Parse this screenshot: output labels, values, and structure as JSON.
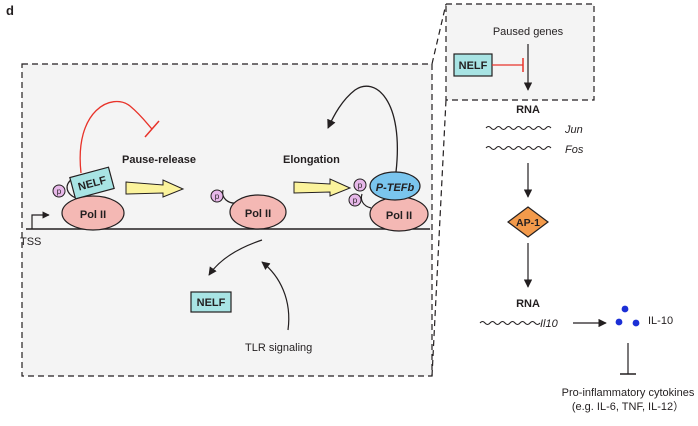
{
  "panel_label": "d",
  "left_panel": {
    "pause_release": "Pause-release",
    "elongation": "Elongation",
    "tss": "TSS",
    "tlr": "TLR signaling",
    "nelf": "NELF",
    "pol2": "Pol II",
    "ptefb": "P-TEFb",
    "p": "p"
  },
  "right_panel": {
    "paused_genes": "Paused genes",
    "nelf": "NELF",
    "rna_top": "RNA",
    "jun": "Jun",
    "fos": "Fos",
    "ap1": "AP-1",
    "rna_bottom": "RNA",
    "il10_gene": "Il10",
    "il10": "IL-10",
    "pro_inflammatory_line1": "Pro-inflammatory cytokines",
    "pro_inflammatory_line2": "(e.g. IL-6, TNF, IL-12）"
  },
  "colors": {
    "nelf_fill": "#a8e4e4",
    "pol2_fill": "#f4b8b4",
    "ptefb_fill": "#7ac5ee",
    "p_fill": "#e7b8e9",
    "ap1_fill": "#f39a4b",
    "panel_fill": "#f4f4f4",
    "arrow_yellow": "#fbf39c",
    "inhibit_red": "#e8332a",
    "il10_dots": "#1b2fd6"
  }
}
